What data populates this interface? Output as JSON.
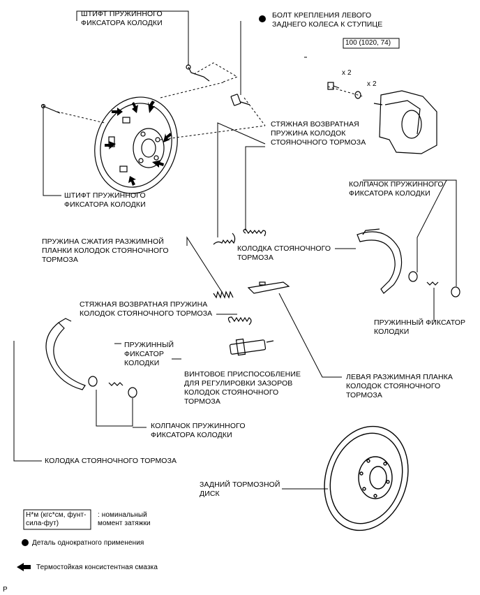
{
  "labels": {
    "pin_top": "ШТИФТ ПРУЖИННОГО\nФИКСАТОРА КОЛОДКИ",
    "bolt": "БОЛТ КРЕПЛЕНИЯ ЛЕВОГО\nЗАДНЕГО КОЛЕСА К СТУПИЦЕ",
    "torque_value": "100 (1020, 74)",
    "qty_bolt": "x 2",
    "qty_washer": "x 2",
    "return_spring_top": "СТЯЖНАЯ ВОЗВРАТНАЯ\nПРУЖИНА КОЛОДОК\nСТОЯНОЧНОГО ТОРМОЗА",
    "pin_left": "ШТИФТ ПРУЖИННОГО\nФИКСАТОРА КОЛОДКИ",
    "cap_right": "КОЛПАЧОК ПРУЖИННОГО\nФИКСАТОРА КОЛОДКИ",
    "strut_spring": "ПРУЖИНА СЖАТИЯ РАЗЖИМНОЙ\nПЛАНКИ КОЛОДОК СТОЯНОЧНОГО\nТОРМОЗА",
    "shoe_right": "КОЛОДКА СТОЯНОЧНОГО\nТОРМОЗА",
    "return_spring_mid": "СТЯЖНАЯ ВОЗВРАТНАЯ ПРУЖИНА\nКОЛОДОК СТОЯНОЧНОГО ТОРМОЗА",
    "spring_right": "ПРУЖИННЫЙ ФИКСАТОР\nКОЛОДКИ",
    "spring_left": "ПРУЖИННЫЙ\nФИКСАТОР\nКОЛОДКИ",
    "adjuster": "ВИНТОВОЕ ПРИСПОСОБЛЕНИЕ\nДЛЯ РЕГУЛИРОВКИ ЗАЗОРОВ\nКОЛОДОК СТОЯНОЧНОГО\nТОРМОЗА",
    "strut": "ЛЕВАЯ РАЗЖИМНАЯ ПЛАНКА\nКОЛОДОК СТОЯНОЧНОГО\nТОРМОЗА",
    "cap_left": "КОЛПАЧОК ПРУЖИННОГО\nФИКСАТОРА КОЛОДКИ",
    "shoe_left": "КОЛОДКА СТОЯНОЧНОГО ТОРМОЗА",
    "disc": "ЗАДНИЙ ТОРМОЗНОЙ\nДИСК"
  },
  "legend": {
    "torque_box": "Н*м (кгс*см, фунт-\nсила-фут)",
    "torque_desc": ": номинальный\nмомент затяжки",
    "non_reusable": "Деталь однократного применения",
    "grease": "Термостойкая консистентная смазка"
  },
  "footer_code": "P"
}
